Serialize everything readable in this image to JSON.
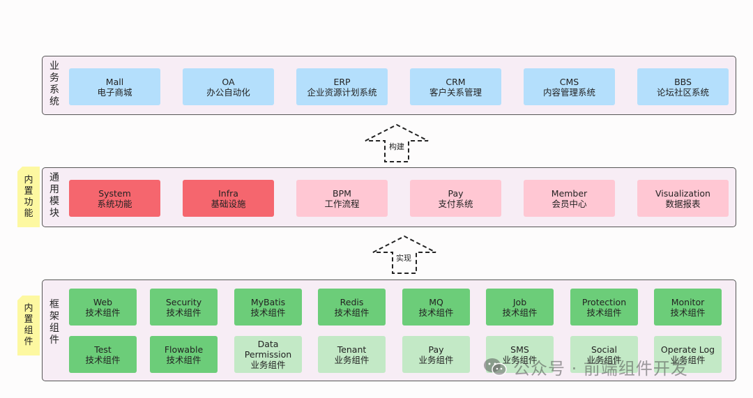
{
  "layers": {
    "business": {
      "label": "业务系统",
      "modules": [
        {
          "name": "Mall",
          "desc": "电子商城"
        },
        {
          "name": "OA",
          "desc": "办公自动化"
        },
        {
          "name": "ERP",
          "desc": "企业资源计划系统"
        },
        {
          "name": "CRM",
          "desc": "客户关系管理"
        },
        {
          "name": "CMS",
          "desc": "内容管理系统"
        },
        {
          "name": "BBS",
          "desc": "论坛社区系统"
        }
      ]
    },
    "common": {
      "label": "通用模块",
      "note": "内置功能",
      "modules": [
        {
          "name": "System",
          "desc": "系统功能"
        },
        {
          "name": "Infra",
          "desc": "基础设施"
        },
        {
          "name": "BPM",
          "desc": "工作流程"
        },
        {
          "name": "Pay",
          "desc": "支付系统"
        },
        {
          "name": "Member",
          "desc": "会员中心"
        },
        {
          "name": "Visualization",
          "desc": "数据报表"
        }
      ]
    },
    "framework": {
      "label": "框架组件",
      "note": "内置组件",
      "row1": [
        {
          "name": "Web",
          "desc": "技术组件"
        },
        {
          "name": "Security",
          "desc": "技术组件"
        },
        {
          "name": "MyBatis",
          "desc": "技术组件"
        },
        {
          "name": "Redis",
          "desc": "技术组件"
        },
        {
          "name": "MQ",
          "desc": "技术组件"
        },
        {
          "name": "Job",
          "desc": "技术组件"
        },
        {
          "name": "Protection",
          "desc": "技术组件"
        },
        {
          "name": "Monitor",
          "desc": "技术组件"
        }
      ],
      "row2": [
        {
          "name": "Test",
          "desc": "技术组件"
        },
        {
          "name": "Flowable",
          "desc": "技术组件"
        },
        {
          "name": "Data",
          "name2": "Permission",
          "desc": "业务组件"
        },
        {
          "name": "Tenant",
          "desc": "业务组件"
        },
        {
          "name": "Pay",
          "desc": "业务组件"
        },
        {
          "name": "SMS",
          "desc": "业务组件"
        },
        {
          "name": "Social",
          "desc": "业务组件"
        },
        {
          "name": "Operate Log",
          "desc": "业务组件"
        }
      ]
    }
  },
  "arrows": {
    "build": "构建",
    "implement": "实现"
  },
  "watermark": {
    "text": "公众号 · 前端组件开发",
    "icon": "wechat-icon"
  },
  "colors": {
    "business": "#b4dffc",
    "core_common": "#f5666e",
    "common": "#ffc7d3",
    "tech_component": "#6ccd79",
    "business_component": "#c3e9c6",
    "note": "#fdf8a1"
  }
}
